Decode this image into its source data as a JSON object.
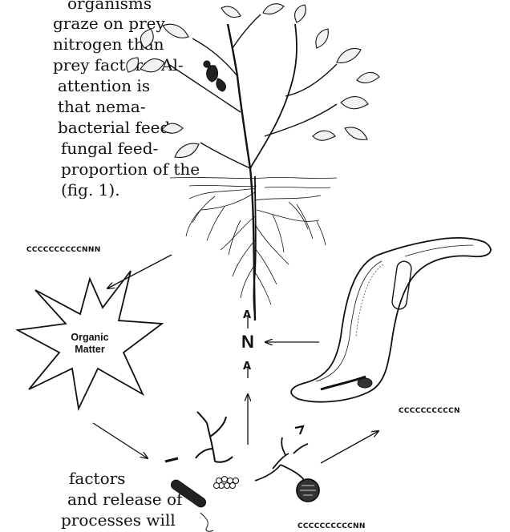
{
  "paragraph_top": [
    "organisms",
    "graze on prey",
    "nitrogen than",
    "prey factors. Al-",
    "attention is",
    "that nema-",
    "bacterial feed-",
    "fungal feed-",
    "proportion of the",
    "(fig. 1)."
  ],
  "paragraph_bottom": [
    "factors",
    "and release of",
    "processes will"
  ],
  "diagram": {
    "organic_matter_label_1": "Organic",
    "organic_matter_label_2": "Matter",
    "nitrogen_label": "N",
    "small_arrow_label_upper": "A",
    "small_arrow_label_lower": "A",
    "ratio_organic_matter": "CCCCCCCCCCNNN",
    "ratio_nematode": "CCCCCCCCCCN",
    "ratio_microbes": "CCCCCCCCCCNN"
  },
  "colors": {
    "ink": "#111111",
    "background": "#ffffff"
  }
}
